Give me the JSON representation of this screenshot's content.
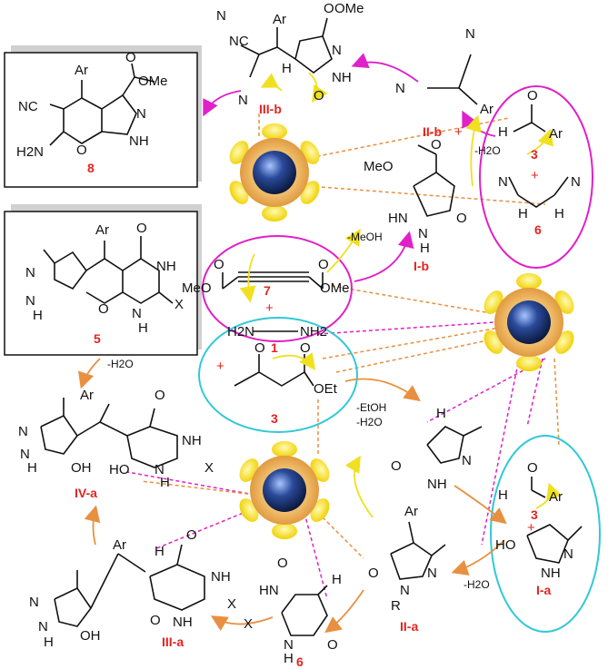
{
  "labels": {
    "ar": "Ar",
    "ome": "OMe",
    "meo": "MeO",
    "cn": "NC",
    "n": "N",
    "nh": "NH",
    "hn": "HN",
    "h2n": "H2N",
    "nh2": "NH2",
    "o": "O",
    "h": "H",
    "oh": "OH",
    "ho": "HO",
    "x": "X",
    "oet": "OEt",
    "r": "R",
    "plus": "+",
    "minus_h2o": "-H2O",
    "minus_meoh": "-MeOH",
    "minus_etoh": "-EtOH"
  },
  "compounds": {
    "c1": "1",
    "c3": "3",
    "c5": "5",
    "c6": "6",
    "c7": "7",
    "c8": "8"
  },
  "intermediates": {
    "ia": "I-a",
    "ib": "I-b",
    "iia": "II-a",
    "iib": "II-b",
    "iiia": "III-a",
    "iiib": "III-b",
    "iva": "IV-a"
  },
  "colors": {
    "magenta": "#e020c8",
    "cyan": "#30c8d8",
    "orange": "#e89040",
    "yellow": "#f0e020",
    "red": "#e52420",
    "catalyst_core": "#2a4a9a",
    "catalyst_shell": "#f0b860",
    "catalyst_petal": "#f8e020"
  }
}
